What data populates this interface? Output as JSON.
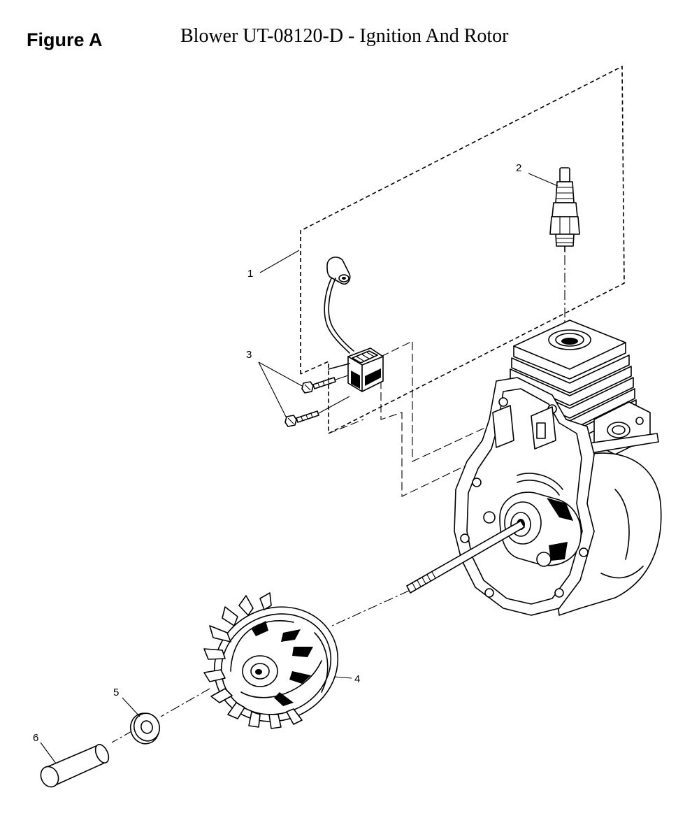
{
  "figure_label": "Figure A",
  "title": "Blower UT-08120-D - Ignition And Rotor",
  "callouts": {
    "ignition_coil": "1",
    "spark_plug": "2",
    "screws": "3",
    "flywheel": "4",
    "washer": "5",
    "sleeve": "6"
  }
}
